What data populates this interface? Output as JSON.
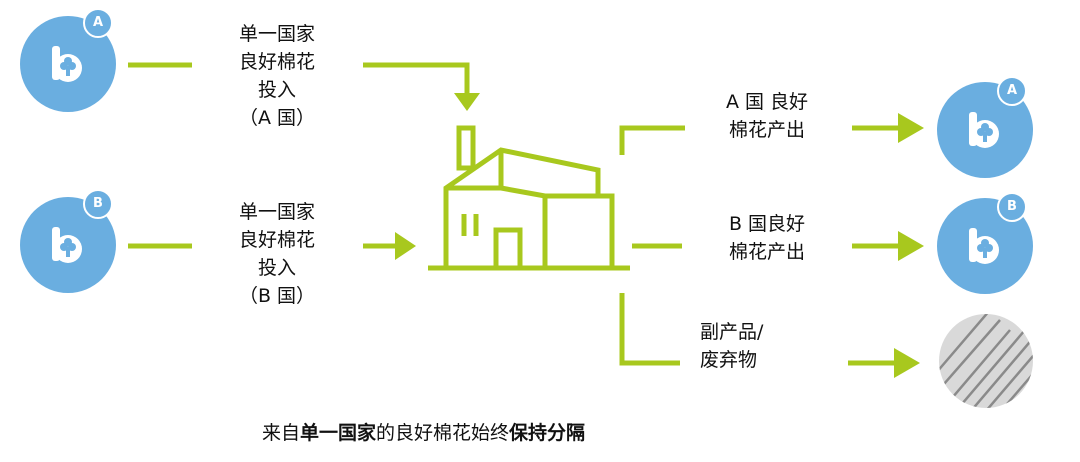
{
  "inputs": [
    {
      "badge": "A",
      "lines": [
        "单一国家",
        "良好棉花",
        "投入",
        "（A 国）"
      ]
    },
    {
      "badge": "B",
      "lines": [
        "单一国家",
        "良好棉花",
        "投入",
        "（B 国）"
      ]
    }
  ],
  "outputs": [
    {
      "badge": "A",
      "lines": [
        "A 国 良好",
        "棉花产出"
      ]
    },
    {
      "badge": "B",
      "lines": [
        "B 国良好",
        "棉花产出"
      ]
    },
    {
      "lines": [
        "副产品/",
        "废弃物"
      ]
    }
  ],
  "caption": {
    "part1": "来自",
    "part2": "单一国家",
    "part3": "的良好棉花始终",
    "part4": "保持分隔"
  },
  "colors": {
    "accent": "#a8c81e",
    "badge": "#6aaee0",
    "waste": "#d9d9d9"
  }
}
